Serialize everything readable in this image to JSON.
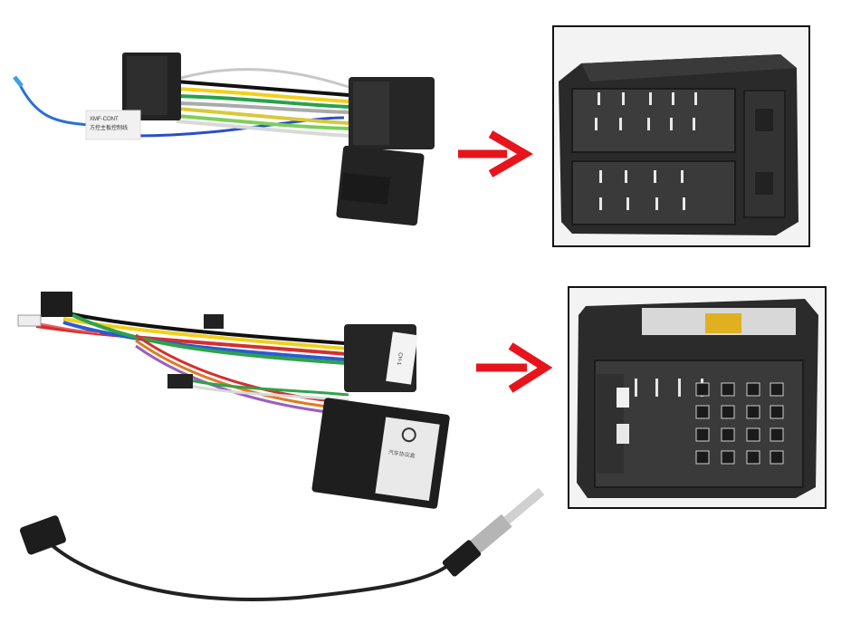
{
  "harness_top": {
    "tag_text": "XMF-CONT",
    "tag_subtext": "方控主板控制线"
  },
  "harness_bottom": {
    "sticker_text": "CH-1",
    "module_label": "汽车协议盒"
  },
  "colors": {
    "arrow": "#e8141b",
    "frame_border": "#111111",
    "connector": "#2b2b2b"
  },
  "icons": [
    "arrow-right-icon",
    "arrow-right-icon"
  ]
}
